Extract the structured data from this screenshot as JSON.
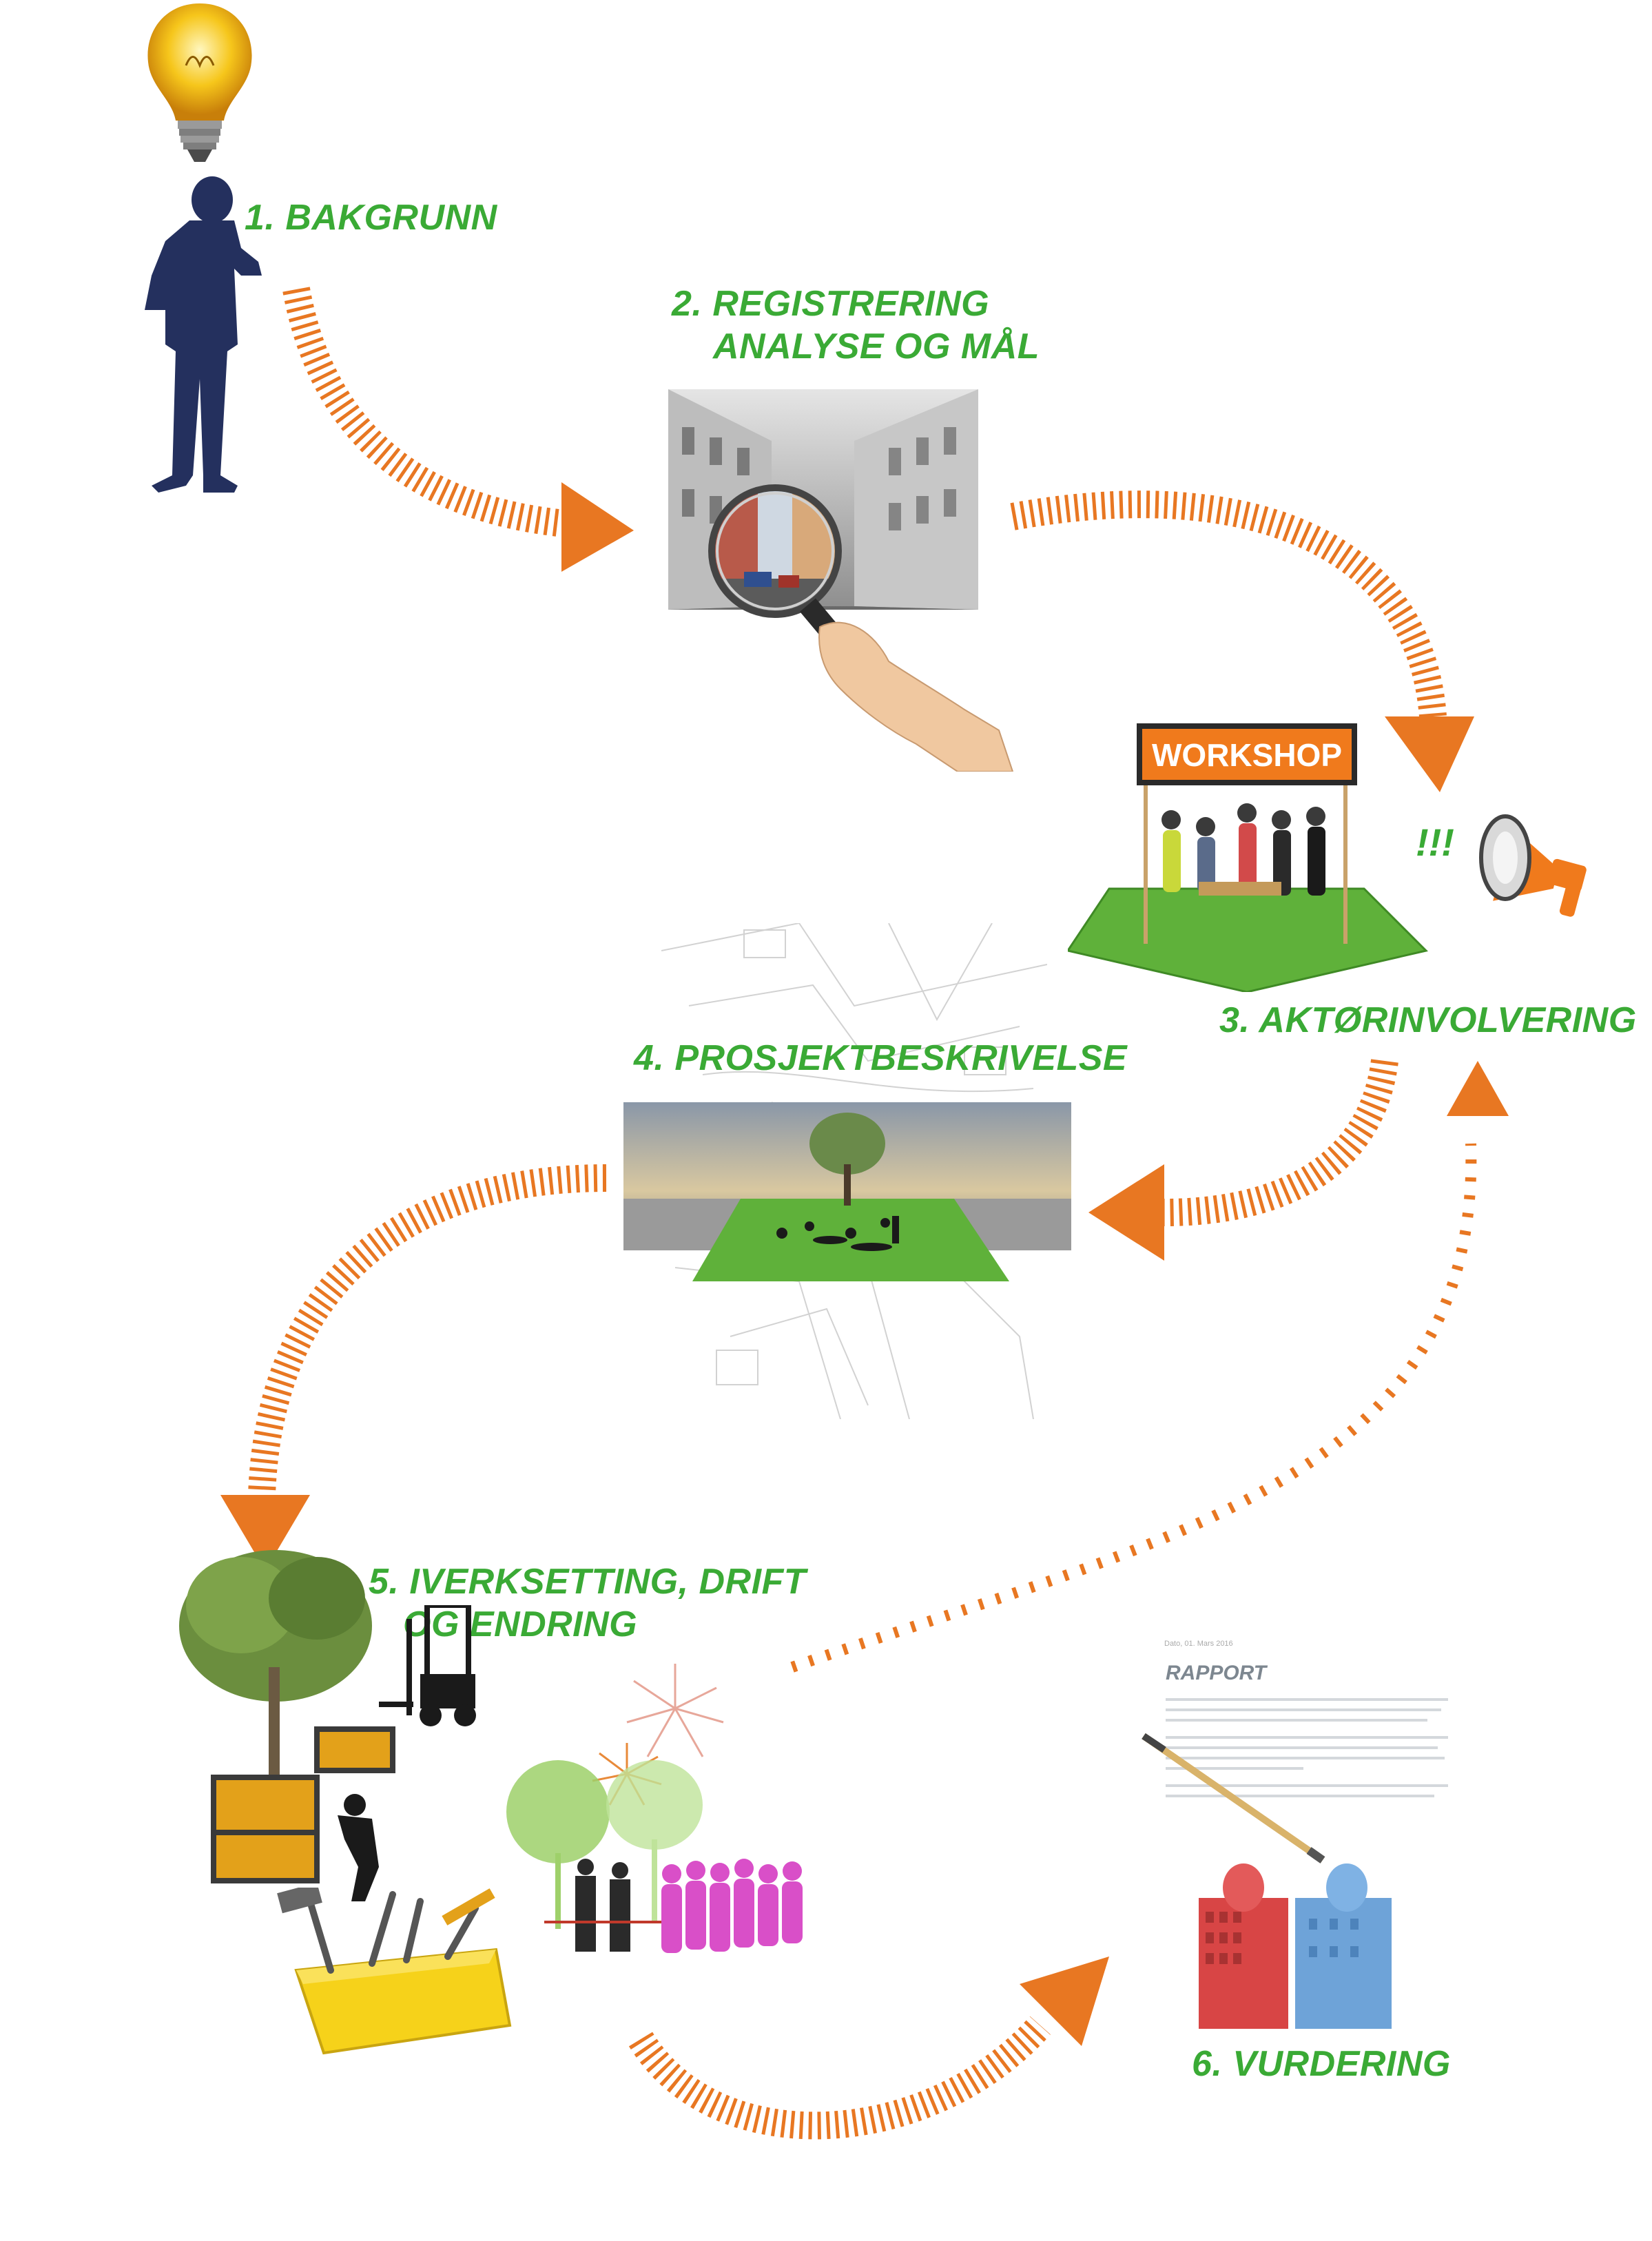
{
  "steps": [
    {
      "number": "1.",
      "lines": [
        "BAKGRUNN"
      ]
    },
    {
      "number": "2.",
      "lines": [
        "REGISTRERING",
        "ANALYSE OG MÅL"
      ]
    },
    {
      "number": "3.",
      "lines": [
        "AKTØRINVOLVERING"
      ]
    },
    {
      "number": "4.",
      "lines": [
        "PROSJEKTBESKRIVELSE"
      ]
    },
    {
      "number": "5.",
      "lines": [
        "IVERKSETTING, DRIFT",
        "OG ENDRING"
      ]
    },
    {
      "number": "6.",
      "lines": [
        "VURDERING"
      ]
    }
  ],
  "labels": {
    "step1": "1. BAKGRUNN",
    "step2_line1": "2. REGISTRERING",
    "step2_line2": "ANALYSE OG MÅL",
    "step3": "3. AKTØRINVOLVERING",
    "step4": "4. PROSJEKTBESKRIVELSE",
    "step5_line1": "5. IVERKSETTING, DRIFT",
    "step5_line2": "OG ENDRING",
    "step6": "6. VURDERING"
  },
  "workshop_banner": "WORKSHOP",
  "exclaim": "!!!",
  "report": {
    "date": "Dato, 01. Mars 2016",
    "title": "RAPPORT"
  },
  "colors": {
    "label_green": "#3aaa35",
    "arrow_orange": "#e87722",
    "silhouette_navy": "#24305e",
    "bulb_yellow": "#f6c61b",
    "grass_green": "#5fb13a",
    "banner_orange": "#f07a1c",
    "crowd_magenta": "#d94fc8"
  },
  "icons": [
    "lightbulb-icon",
    "person-reading-silhouette",
    "magnifier-icon",
    "megaphone-icon",
    "forklift-icon",
    "toolbox-icon",
    "fireworks-icon",
    "pencil-icon"
  ]
}
